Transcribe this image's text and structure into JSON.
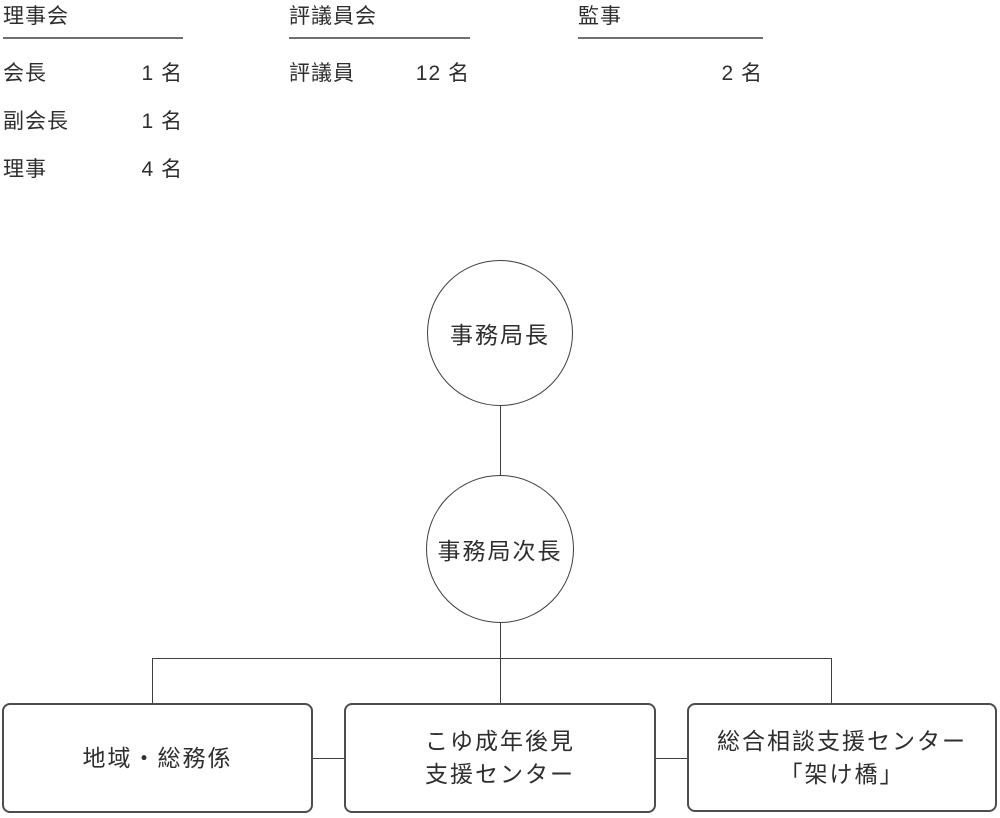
{
  "colors": {
    "background": "#ffffff",
    "text": "#2e2e2e",
    "line": "#3f3f3f",
    "underline": "#707070",
    "box_border": "#4d4d4d"
  },
  "boards": [
    {
      "title": "理事会",
      "rows": [
        {
          "label": "会長",
          "count": "1 名"
        },
        {
          "label": "副会長",
          "count": "1 名"
        },
        {
          "label": "理事",
          "count": "4 名"
        }
      ]
    },
    {
      "title": "評議員会",
      "rows": [
        {
          "label": "評議員",
          "count": "12 名"
        }
      ]
    },
    {
      "title": "監事",
      "rows": [
        {
          "label": "",
          "count": "2 名"
        }
      ]
    }
  ],
  "hierarchy": {
    "director": "事務局長",
    "deputy_director": "事務局次長",
    "departments": [
      {
        "line1": "地域・総務係",
        "line2": ""
      },
      {
        "line1": "こゆ成年後見",
        "line2": "支援センター"
      },
      {
        "line1": "総合相談支援センター",
        "line2": "「架け橋」"
      }
    ]
  }
}
